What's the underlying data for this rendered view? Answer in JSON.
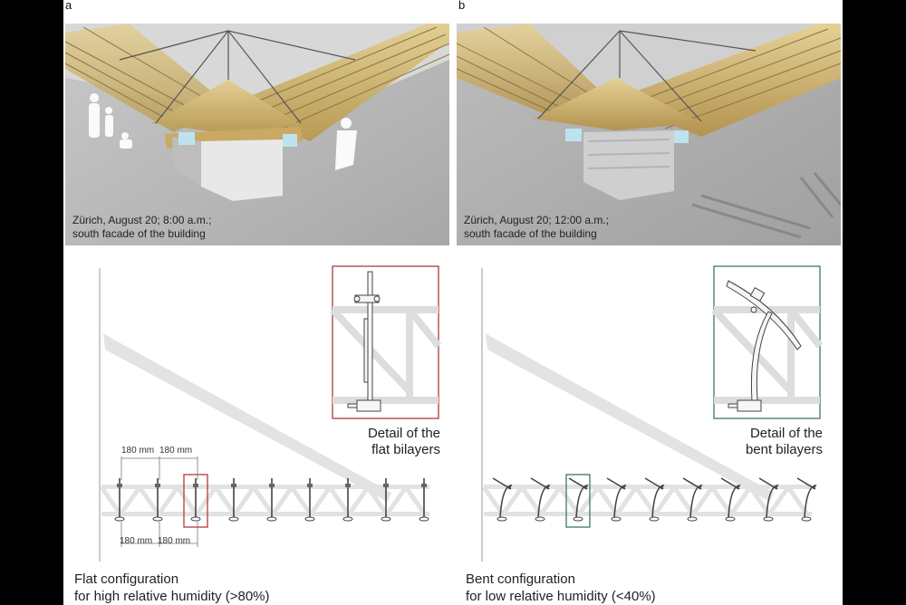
{
  "panels": {
    "a": {
      "letter": "a",
      "caption_line1": "Zürich, August 20; 8:00 a.m.;",
      "caption_line2": "south facade of the building",
      "detail_line1": "Detail of the",
      "detail_line2": "flat bilayers",
      "config_line1": "Flat configuration",
      "config_line2": "for high relative humidity (>80%)",
      "dim_top_left": "180 mm",
      "dim_top_right": "180 mm",
      "dim_bottom_left": "180 mm",
      "dim_bottom_right": "180 mm",
      "highlight_color": "#b23a3a"
    },
    "b": {
      "letter": "b",
      "caption_line1": "Zürich, August 20; 12:00 a.m.;",
      "caption_line2": "south facade of the building",
      "detail_line1": "Detail of the",
      "detail_line2": "bent bilayers",
      "config_line1": "Bent configuration",
      "config_line2": "for low relative humidity (<40%)",
      "highlight_color": "#3f7a5a"
    }
  }
}
